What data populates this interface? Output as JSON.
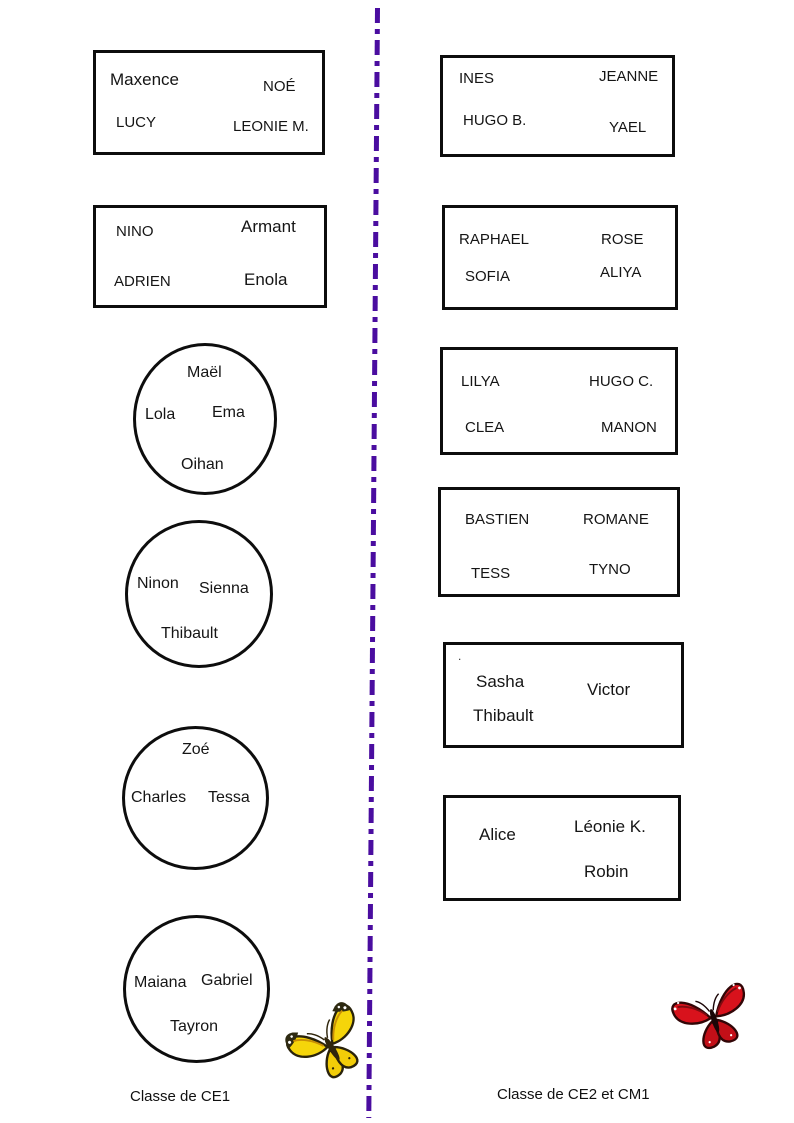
{
  "left": {
    "rect1": {
      "tl": "Maxence",
      "tr": "NOÉ",
      "bl": "LUCY",
      "br": "LEONIE M."
    },
    "rect2": {
      "tl": "NINO",
      "tr": "Armant",
      "bl": "ADRIEN",
      "br": "Enola"
    },
    "circle1": {
      "top": "Maël",
      "left": "Lola",
      "right": "Ema",
      "bottom": "Oihan"
    },
    "circle2": {
      "left": "Ninon",
      "right": "Sienna",
      "bottom": "Thibault"
    },
    "circle3": {
      "top": "Zoé",
      "left": "Charles",
      "right": "Tessa"
    },
    "circle4": {
      "left": "Maiana",
      "right": "Gabriel",
      "bottom": "Tayron"
    },
    "label": "Classe de CE1"
  },
  "right": {
    "rect1": {
      "tl": "INES",
      "tr": "JEANNE",
      "bl": "HUGO B.",
      "br": "YAEL"
    },
    "rect2": {
      "tl": "RAPHAEL",
      "tr": "ROSE",
      "bl": "SOFIA",
      "br": "ALIYA"
    },
    "rect3": {
      "tl": "LILYA",
      "tr": "HUGO C.",
      "bl": "CLEA",
      "br": "MANON"
    },
    "rect4": {
      "tl": "BASTIEN",
      "tr": "ROMANE",
      "bl": "TESS",
      "br": "TYNO"
    },
    "rect5": {
      "tl": "Sasha",
      "tr": "Victor",
      "bl": "Thibault",
      "stray_mark": "."
    },
    "rect6": {
      "tl": "Alice",
      "tr": "Léonie K.",
      "br": "Robin"
    },
    "label": "Classe de CE2 et CM1"
  },
  "icons": {
    "left_butterfly": "yellow-butterfly",
    "right_butterfly": "red-butterfly"
  },
  "colors": {
    "divider_purple": "#4a0da0",
    "ink": "#151515",
    "butterfly_yellow": "#f5d50a",
    "butterfly_red": "#d8121c"
  }
}
